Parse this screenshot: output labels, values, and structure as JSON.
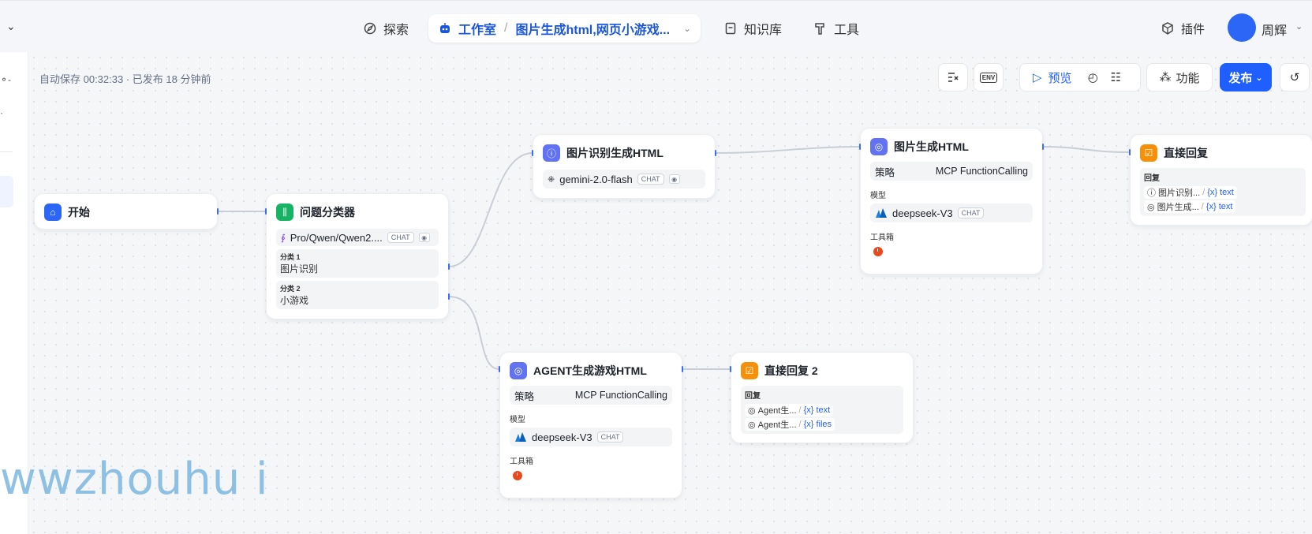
{
  "header": {
    "nav_explore": "探索",
    "nav_studio": "工作室",
    "app_name": "图片生成html,网页小游戏...",
    "nav_knowledge": "知识库",
    "nav_tools": "工具",
    "plugins": "插件",
    "user_name": "周辉"
  },
  "toolbar": {
    "autosave": "自动保存 00:32:33 · 已发布 18 分钟前",
    "preview": "预览",
    "features": "功能",
    "publish": "发布",
    "env_label": "ENV"
  },
  "nodes": {
    "start": {
      "title": "开始"
    },
    "classifier": {
      "title": "问题分类器",
      "model": "Pro/Qwen/Qwen2....",
      "model_tag": "CHAT",
      "cat1_label": "分类 1",
      "cat1_value": "图片识别",
      "cat2_label": "分类 2",
      "cat2_value": "小游戏"
    },
    "img_recog": {
      "title": "图片识别生成HTML",
      "model": "gemini-2.0-flash",
      "model_tag": "CHAT"
    },
    "img_gen": {
      "title": "图片生成HTML",
      "strategy_label": "策略",
      "strategy_value": "MCP FunctionCalling",
      "model_label": "模型",
      "model": "deepseek-V3",
      "model_tag": "CHAT",
      "toolbox_label": "工具箱"
    },
    "reply1": {
      "title": "直接回复",
      "reply_label": "回复",
      "ref1_src": "图片识别...",
      "ref1_var": "text",
      "ref2_src": "图片生成...",
      "ref2_var": "text"
    },
    "agent": {
      "title": "AGENT生成游戏HTML",
      "strategy_label": "策略",
      "strategy_value": "MCP FunctionCalling",
      "model_label": "模型",
      "model": "deepseek-V3",
      "model_tag": "CHAT",
      "toolbox_label": "工具箱"
    },
    "reply2": {
      "title": "直接回复 2",
      "reply_label": "回复",
      "ref1_src": "Agent生...",
      "ref1_var": "text",
      "ref2_src": "Agent生...",
      "ref2_var": "files"
    }
  },
  "watermark": "wwzhouhu i",
  "colors": {
    "accent": "#1f5eff",
    "start_icon": "#2b66f6",
    "classifier_icon": "#16b364",
    "llm_icon": "#6172f3",
    "reply_icon": "#f79009",
    "tool_dot": "#e8491d"
  }
}
